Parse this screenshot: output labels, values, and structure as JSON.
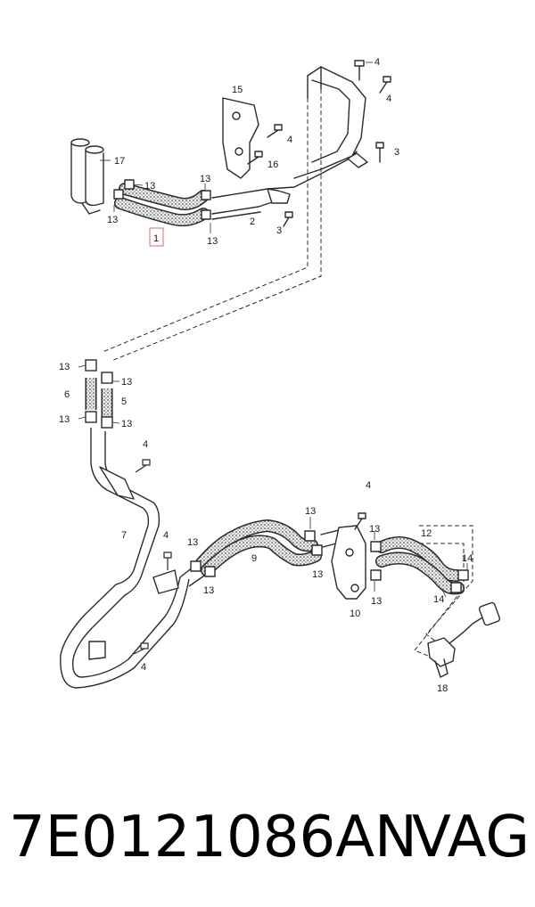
{
  "callouts": {
    "c1": "1",
    "c2": "2",
    "c3": "3",
    "c4": "4",
    "c5": "5",
    "c6": "6",
    "c7": "7",
    "c9": "9",
    "c10": "10",
    "c12": "12",
    "c13": "13",
    "c14": "14",
    "c15": "15",
    "c16": "16",
    "c17": "17",
    "c18": "18"
  },
  "footer": {
    "part_number": "7E0121086AN",
    "brand": "VAG"
  },
  "colors": {
    "line": "#2b2b2b",
    "highlight": "#e06a6a",
    "hose_fill": "#d9d9d9"
  }
}
